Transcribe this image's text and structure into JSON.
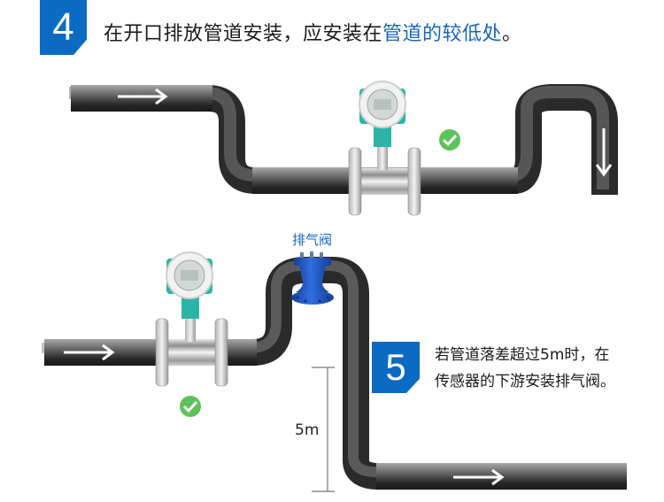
{
  "section4": {
    "step_number": "4",
    "title_prefix": "在开口排放管道安装，应安装在",
    "title_highlight": "管道的较低处",
    "title_suffix": "。",
    "status_icon": "check-icon",
    "status": "correct",
    "flow_arrows": [
      "right",
      "down"
    ]
  },
  "section5": {
    "step_number": "5",
    "note_line1": "若管道落差超过5m时，在",
    "note_line2": "传感器的下游安装排气阀。",
    "valve_label": "排气阀",
    "dimension_label": "5m",
    "status_icon": "check-icon",
    "status": "correct",
    "flow_arrows": [
      "right",
      "right"
    ]
  },
  "colors": {
    "badge_blue": "#0b6bc2",
    "highlight_blue": "#1565c0",
    "check_green": "#5cc25a",
    "valve_blue": "#1f5fd0",
    "meter_teal": "#2bb5a8",
    "pipe_dark": "#1c1c1c",
    "pipe_light": "#9a9a9a"
  }
}
